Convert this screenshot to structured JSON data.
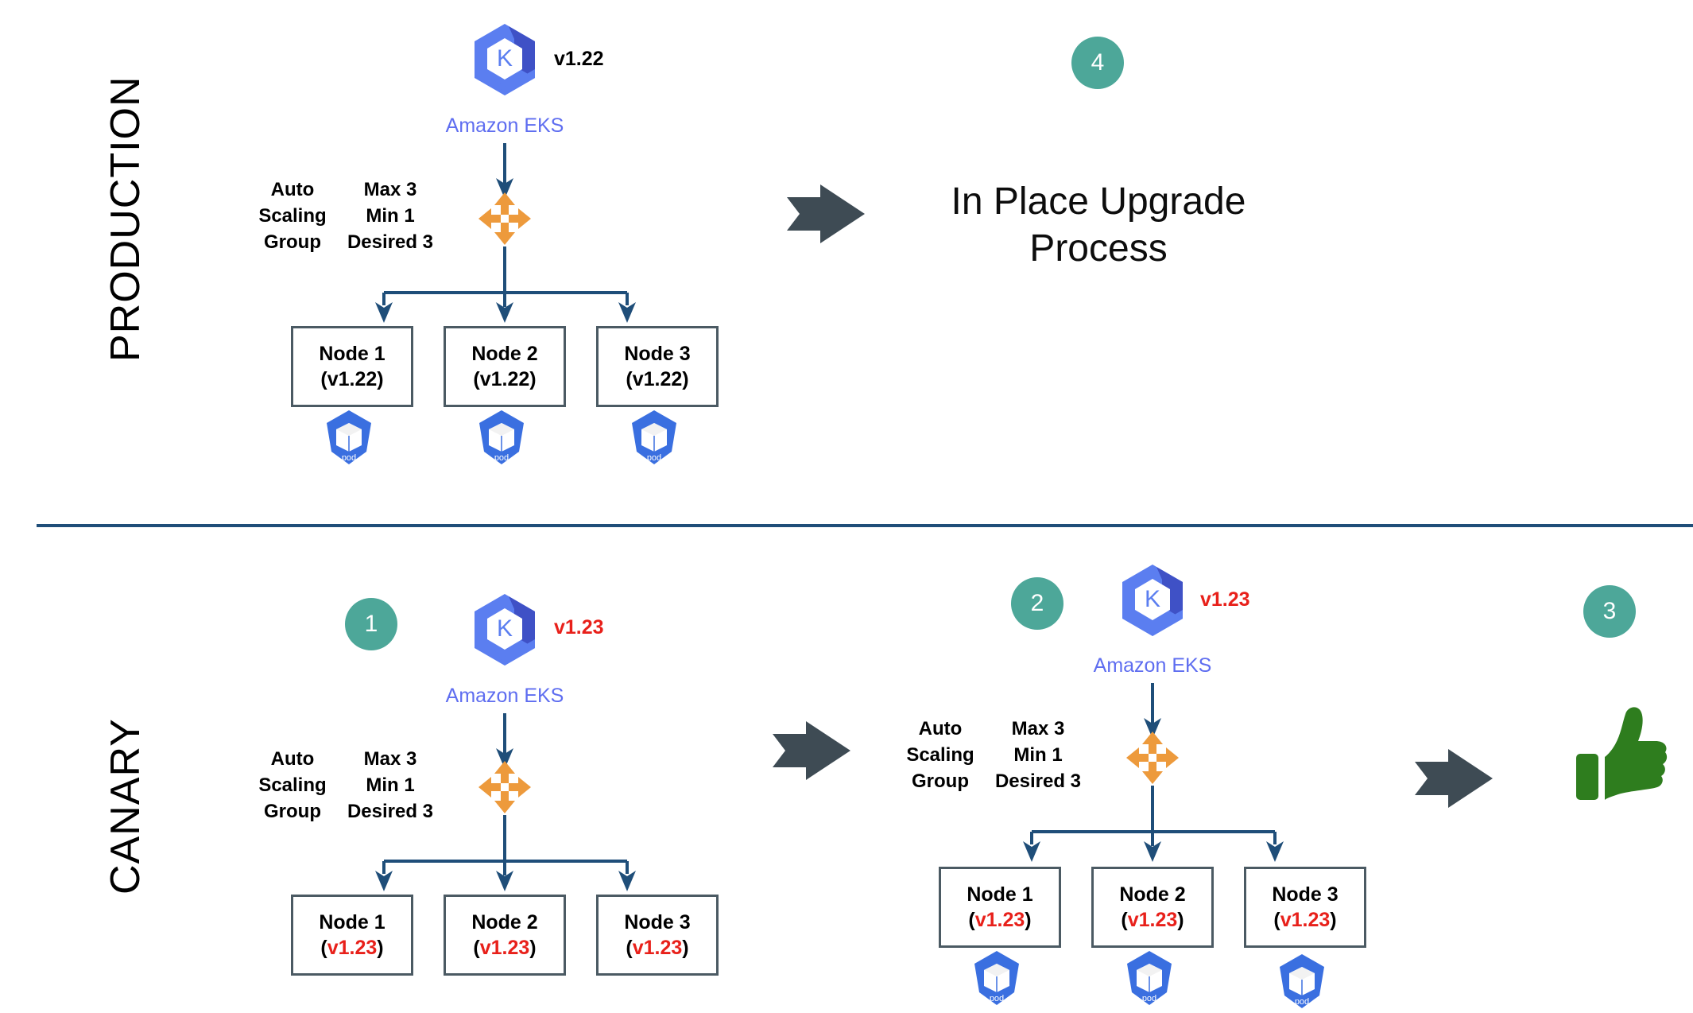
{
  "colors": {
    "badge": "#4DA799",
    "arrow_gray": "#3E4B54",
    "connector_navy": "#1F4E79",
    "eks_blue_light": "#5b7ef0",
    "eks_blue_dark": "#3f51c6",
    "asg_orange": "#ED9A3C",
    "pod_blue": "#3A6FE0",
    "version_red": "#e8201a",
    "thumb_green": "#2E7D1E",
    "divider_navy": "#1F4E79",
    "node_border": "#4b5a63",
    "eks_caption": "#5e6df0"
  },
  "sections": [
    {
      "id": "production",
      "label": "PRODUCTION",
      "cluster": {
        "eks_caption": "Amazon EKS",
        "version": "v1.22",
        "version_color": "black",
        "asg": {
          "name_lines": [
            "Auto",
            "Scaling",
            "Group"
          ],
          "spec_lines": [
            "Max 3",
            "Min 1",
            "Desired 3"
          ]
        },
        "nodes": [
          {
            "name": "Node 1",
            "version": "(v1.22)",
            "version_color": "black",
            "pod": "pod"
          },
          {
            "name": "Node 2",
            "version": "(v1.22)",
            "version_color": "black",
            "pod": "pod"
          },
          {
            "name": "Node 3",
            "version": "(v1.22)",
            "version_color": "black",
            "pod": "pod"
          }
        ]
      },
      "step_badge": "4",
      "headline_lines": [
        "In Place Upgrade",
        "Process"
      ]
    },
    {
      "id": "canary",
      "label": "CANARY",
      "step_badges": [
        "1",
        "2",
        "3"
      ],
      "cluster_a": {
        "eks_caption": "Amazon EKS",
        "version": "v1.23",
        "version_color": "red",
        "asg": {
          "name_lines": [
            "Auto",
            "Scaling",
            "Group"
          ],
          "spec_lines": [
            "Max 3",
            "Min 1",
            "Desired 3"
          ]
        },
        "nodes": [
          {
            "name": "Node 1",
            "version_prefix": "(",
            "version": "v1.23",
            "version_suffix": ")",
            "version_color": "red"
          },
          {
            "name": "Node 2",
            "version_prefix": "(",
            "version": "v1.23",
            "version_suffix": ")",
            "version_color": "red"
          },
          {
            "name": "Node 3",
            "version_prefix": "(",
            "version": "v1.23",
            "version_suffix": ")",
            "version_color": "red"
          }
        ]
      },
      "cluster_b": {
        "eks_caption": "Amazon EKS",
        "version": "v1.23",
        "version_color": "red",
        "asg": {
          "name_lines": [
            "Auto",
            "Scaling",
            "Group"
          ],
          "spec_lines": [
            "Max 3",
            "Min 1",
            "Desired 3"
          ]
        },
        "nodes": [
          {
            "name": "Node 1",
            "version_prefix": "(",
            "version": "v1.23",
            "version_suffix": ")",
            "version_color": "red",
            "pod": "pod"
          },
          {
            "name": "Node 2",
            "version_prefix": "(",
            "version": "v1.23",
            "version_suffix": ")",
            "version_color": "red",
            "pod": "pod"
          },
          {
            "name": "Node 3",
            "version_prefix": "(",
            "version": "v1.23",
            "version_suffix": ")",
            "version_color": "red",
            "pod": "pod"
          }
        ]
      },
      "result_icon": "thumbs-up-icon"
    }
  ]
}
